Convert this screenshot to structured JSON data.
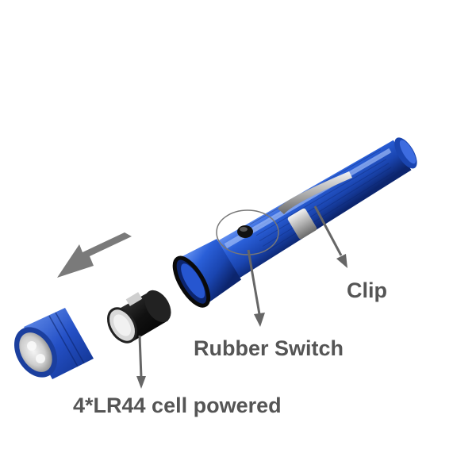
{
  "labels": {
    "clip": "Clip",
    "rubber_switch": "Rubber Switch",
    "battery": "4*LR44 cell powered"
  },
  "colors": {
    "body_blue": "#1f4fc4",
    "body_dark": "#0d2a7a",
    "body_light": "#5c8df0",
    "label_gray": "#555555",
    "arrow_gray": "#7a7a7a"
  },
  "icons": {
    "direction_arrow": "arrow-left-down-icon"
  }
}
